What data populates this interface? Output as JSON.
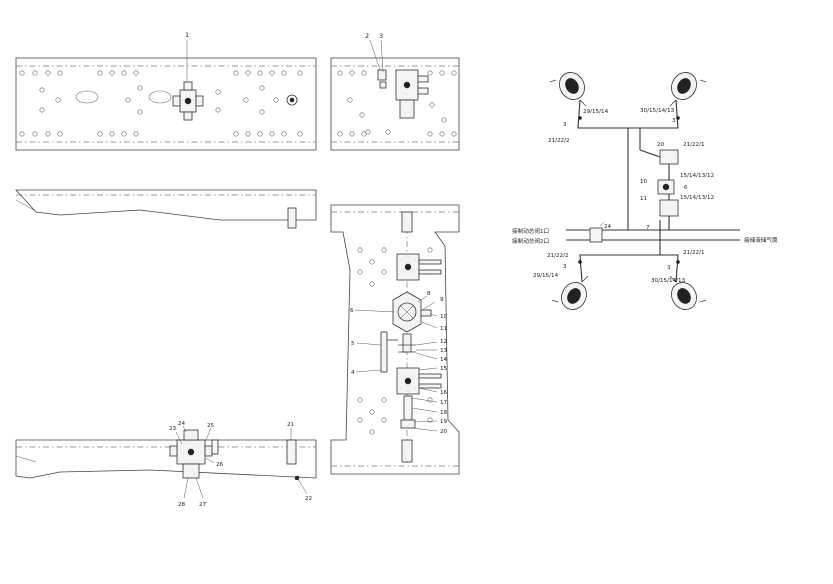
{
  "callouts": {
    "view_top_left": [
      "1"
    ],
    "view_top_right": [
      "2",
      "3"
    ],
    "view_bottom_left": [
      "24",
      "25",
      "23",
      "26",
      "28",
      "27",
      "21",
      "22"
    ],
    "view_bottom_right": [
      "6",
      "8",
      "9",
      "10",
      "11",
      "5",
      "12",
      "13",
      "14",
      "15",
      "4",
      "16",
      "17",
      "18",
      "19",
      "20"
    ]
  },
  "schematic": {
    "labels": {
      "top_left_ports": "29/15/14",
      "top_right_ports": "30/15/14/13",
      "top_left_3": "3",
      "top_right_3": "3",
      "top_left_line": "21/22/2",
      "top_right_line": "21/22/1",
      "valve_20": "20",
      "valve_10": "10",
      "valve_11": "11",
      "valve_6": "6",
      "ports_r1": "15/14/13/12",
      "ports_r2": "15/14/13/12",
      "valve_7": "7",
      "valve_24": "24",
      "bot_left_line": "21/22/2",
      "bot_right_line": "21/22/1",
      "bot_left_3": "3",
      "bot_right_3": "3",
      "bot_left_ports": "29/15/14",
      "bot_right_ports": "30/15/14/13",
      "input_1": "接制动总阀1口",
      "input_2": "接制动总阀2口",
      "output_tank": "接储液储气筒"
    }
  }
}
